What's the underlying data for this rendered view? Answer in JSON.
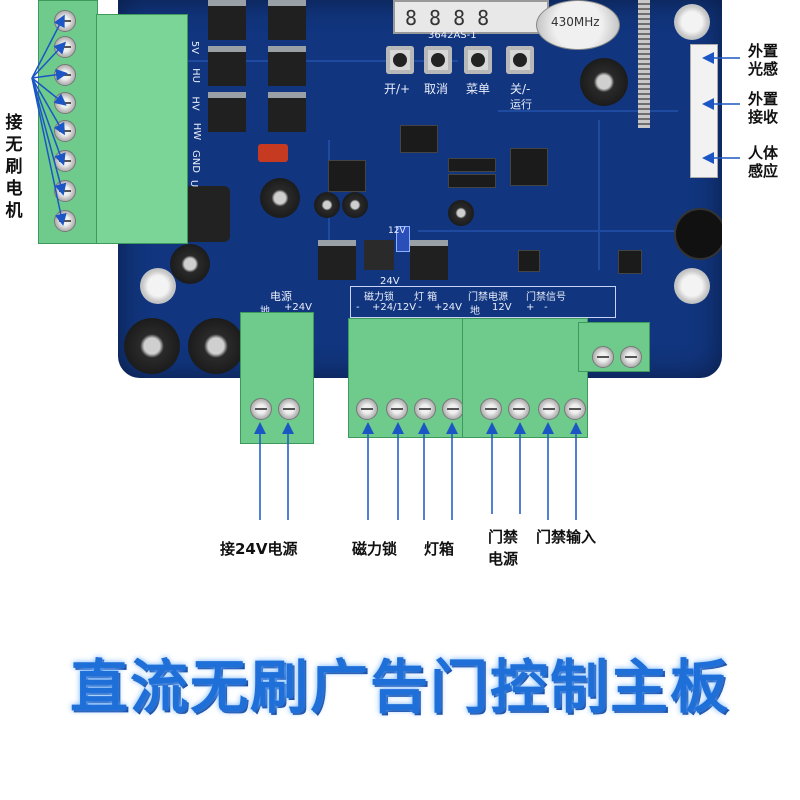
{
  "title": "直流无刷广告门控制主板",
  "board": {
    "display_model": "3642AS-1",
    "rf_module": "430MHz",
    "buttons": [
      "开/+",
      "取消",
      "菜单",
      "关/-"
    ],
    "run_label": "运行",
    "left_terminal_pins": [
      "5V",
      "HU",
      "HV",
      "HW",
      "GND",
      "U"
    ],
    "power_header": "电源",
    "power_pins": [
      "地",
      "+24V"
    ],
    "group_headers": [
      "磁力锁",
      "灯 箱",
      "门禁电源",
      "门禁信号"
    ],
    "group_pins": [
      "-",
      "+24/12V",
      "-",
      "+24V",
      "地",
      "12V",
      "+",
      "-"
    ],
    "voltage_select": "24V",
    "jumper_label": "12V"
  },
  "annotations": {
    "motor": "接无刷电机",
    "ext_light": "外置光感",
    "ext_receive": "外置接收",
    "human_sense": "人体感应",
    "power_24v": "接24V电源",
    "mag_lock": "磁力锁",
    "light_box": "灯箱",
    "access_power": "门禁电源",
    "access_input": "门禁输入"
  },
  "colors": {
    "board": "#11357e",
    "terminal": "#6fcb8c",
    "arrow": "#1b56c4",
    "title": "#1f6fd8"
  }
}
